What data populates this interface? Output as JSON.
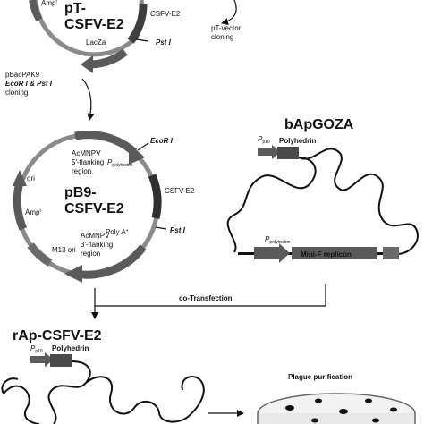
{
  "top_plasmid": {
    "name_line1": "pT-",
    "name_line2": "CSFV-E2",
    "amp_label": "Amp",
    "amp_sup": "r",
    "gene_label": "CSFV-E2",
    "lacza_label": "LacZa",
    "site_label": "Pst I"
  },
  "top_note": {
    "line1": "pT-vector",
    "line2": "cloning"
  },
  "cloning_step": {
    "line1": "pBacPAK9",
    "line2": "EcoR I & Pst I",
    "line3": "cloning"
  },
  "mid_plasmid": {
    "name_line1": "pB9-",
    "name_line2": "CSFV-E2",
    "ori_label": "ori",
    "amp_label": "Amp",
    "amp_sup": "r",
    "acmnpv5_line1": "AcMNPV",
    "acmnpv5_line2": "5'-flanking",
    "acmnpv5_line3": "region",
    "promoter_p": "P",
    "promoter_sub": "polyhedrin",
    "site1": "EcoR I",
    "gene_label": "CSFV-E2",
    "polya_label": "Poly A",
    "polya_sup": "+",
    "site2": "Pst I",
    "acmnpv3_line1": "AcMNPV",
    "acmnpv3_line2": "3'-flanking",
    "acmnpv3_line3": "region",
    "m13_label": "M13 ori"
  },
  "bacmid": {
    "title": "bApGOZA",
    "promoter_p": "P",
    "promoter_sub": "p10",
    "gene_label": "Polyhedrin",
    "promoter2_p": "P",
    "promoter2_sub": "polyhedrin",
    "replicon_label": "Mini-F replicon"
  },
  "transfection": {
    "label": "co-Transfection"
  },
  "recombinant": {
    "title": "rAp-CSFV-E2",
    "promoter_p": "P",
    "promoter_sub": "p10",
    "gene_label": "Polyhedrin"
  },
  "plaque": {
    "title": "Plague purification"
  }
}
